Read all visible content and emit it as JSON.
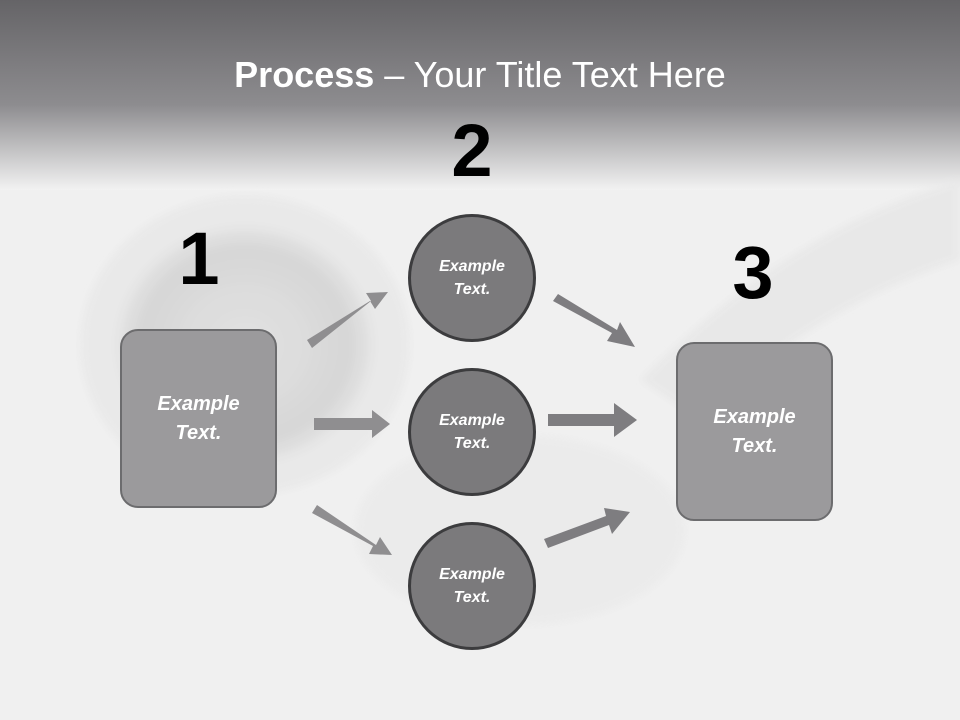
{
  "title": {
    "bold": "Process",
    "rest": " – Your Title Text Here"
  },
  "steps": [
    {
      "number": "1",
      "label": "Example\nText."
    },
    {
      "number": "2",
      "label": "Example\nText."
    },
    {
      "number": "3",
      "label": "Example\nText."
    }
  ],
  "middle_circles": [
    {
      "label": "Example\nText."
    },
    {
      "label": "Example\nText."
    },
    {
      "label": "Example\nText."
    }
  ],
  "colors": {
    "header": "#6e6d70",
    "box_fill": "#9b9a9c",
    "circle_fill": "#7b7a7c",
    "arrow": "#8f8e90",
    "arrow_dark": "#7e7d80"
  }
}
